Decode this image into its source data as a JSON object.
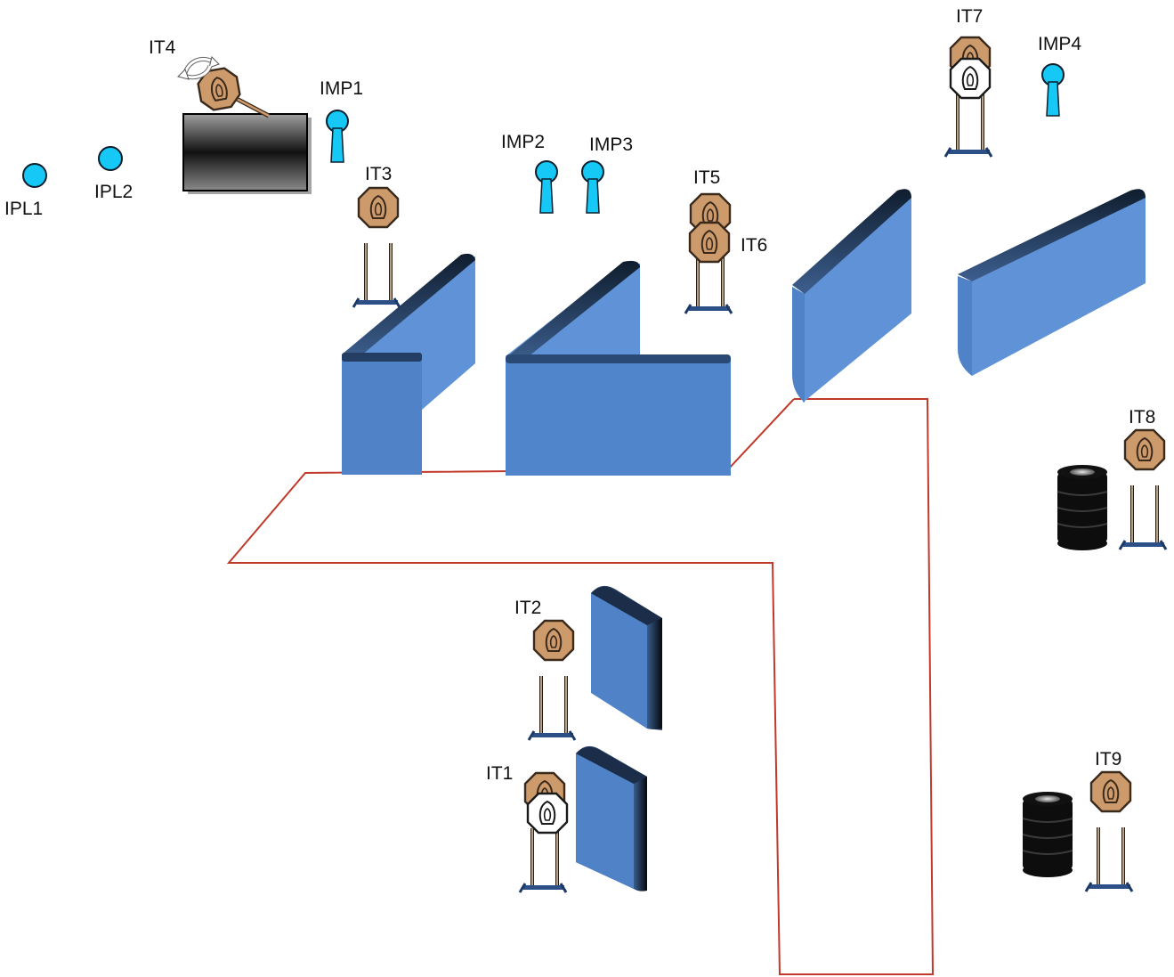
{
  "labels": {
    "ipl1": "IPL1",
    "ipl2": "IPL2",
    "it4": "IT4",
    "imp1": "IMP1",
    "it3": "IT3",
    "imp2": "IMP2",
    "imp3": "IMP3",
    "it5": "IT5",
    "it6": "IT6",
    "it7": "IT7",
    "imp4": "IMP4",
    "it8": "IT8",
    "it2": "IT2",
    "it1": "IT1",
    "it9": "IT9"
  },
  "colors": {
    "wall_face": "#5a8fd6",
    "wall_edge": "#1f3550",
    "target": "#cd9a6b",
    "marker": "#15c8f5",
    "boundary": "#c0392b",
    "barrel": "#0d0d0d"
  }
}
